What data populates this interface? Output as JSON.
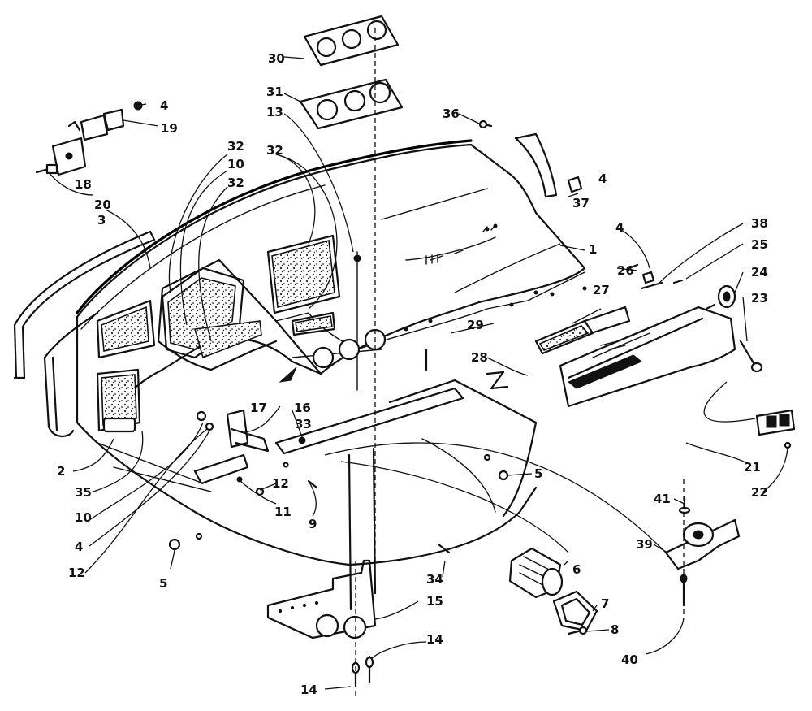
{
  "callouts": {
    "c30": "30",
    "c31": "31",
    "c13": "13",
    "c36": "36",
    "c4a": "4",
    "c19": "19",
    "c18": "18",
    "c20": "20",
    "c3": "3",
    "c32a": "32",
    "c10a": "10",
    "c32b": "32",
    "c32c": "32",
    "c37": "37",
    "c4b": "4",
    "c38": "38",
    "c25": "25",
    "c1": "1",
    "c26": "26",
    "c24": "24",
    "c23": "23",
    "c27": "27",
    "c29": "29",
    "c28": "28",
    "c17": "17",
    "c16": "16",
    "c33": "33",
    "c2": "2",
    "c35": "35",
    "c10b": "10",
    "c4c": "4",
    "c12a": "12",
    "c11": "11",
    "c9": "9",
    "c12b": "12",
    "c5a": "5",
    "c5b": "5",
    "c21": "21",
    "c22": "22",
    "c41": "41",
    "c39": "39",
    "c6": "6",
    "c34": "34",
    "c15": "15",
    "c7": "7",
    "c8": "8",
    "c40": "40",
    "c14a": "14",
    "c14b": "14"
  },
  "colors": {
    "line": "#111111",
    "background": "#ffffff"
  }
}
